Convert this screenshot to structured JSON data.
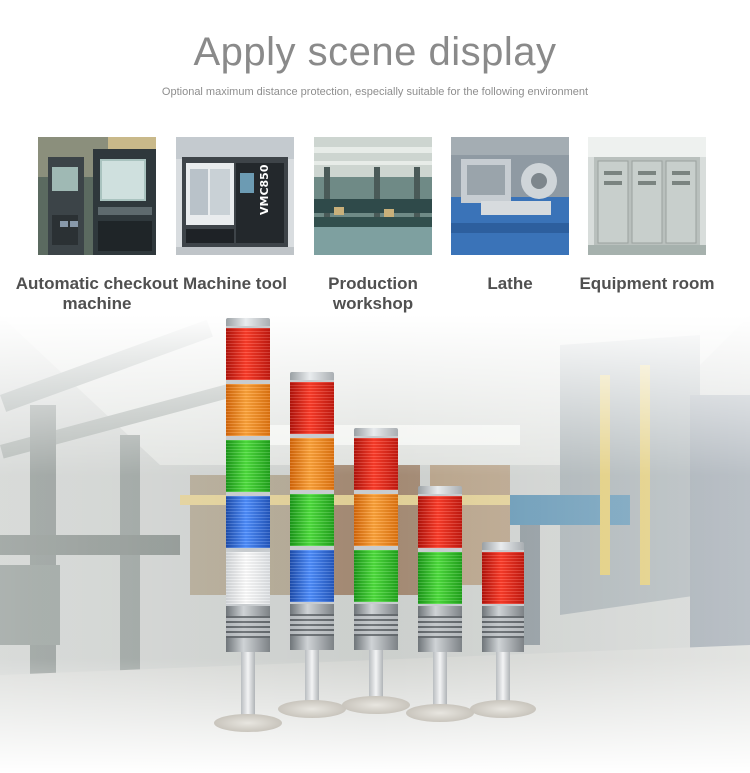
{
  "title": "Apply scene display",
  "subtitle": "Optional maximum distance protection, especially suitable for the following environment",
  "scenes": [
    {
      "label": "Automatic checkout machine",
      "icon": "atm-kiosk-photo"
    },
    {
      "label": "Machine tool",
      "icon": "cnc-machine-photo",
      "machine_text": "VMC850"
    },
    {
      "label": "Production workshop",
      "icon": "workshop-photo"
    },
    {
      "label": "Lathe",
      "icon": "lathe-photo"
    },
    {
      "label": "Equipment room",
      "icon": "electrical-cabinet-photo"
    }
  ],
  "towers": [
    {
      "tiers": [
        "red",
        "orange",
        "green",
        "blue",
        "white"
      ]
    },
    {
      "tiers": [
        "red",
        "orange",
        "green",
        "blue"
      ]
    },
    {
      "tiers": [
        "red",
        "orange",
        "green"
      ]
    },
    {
      "tiers": [
        "red",
        "green"
      ]
    },
    {
      "tiers": [
        "red"
      ]
    }
  ],
  "colors": {
    "red": "#ff3d2a",
    "orange": "#ffa43a",
    "green": "#4fe03e",
    "blue": "#4f8fff",
    "white": "#ffffff",
    "title_gray": "#8a8a8a",
    "label_gray": "#505050"
  }
}
